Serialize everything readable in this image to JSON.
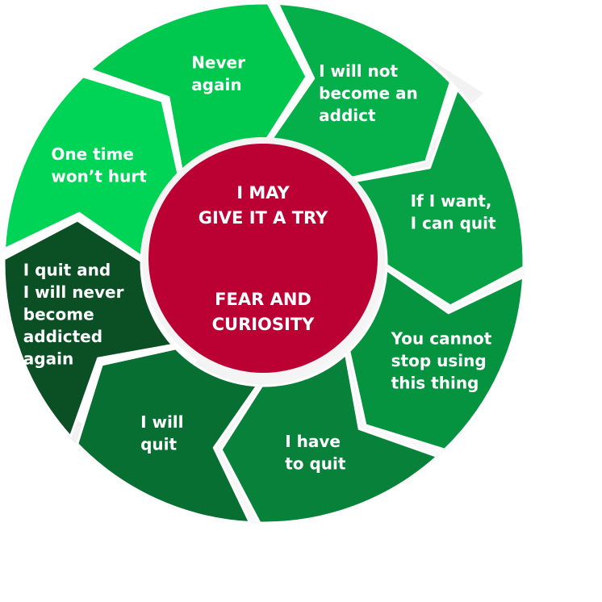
{
  "center": {
    "top_lines": [
      "I MAY",
      "GIVE IT A TRY"
    ],
    "bottom_lines": [
      "FEAR AND",
      "CURIOSITY"
    ]
  },
  "segments": [
    {
      "lines": [
        "Never",
        "again"
      ],
      "color": "#00c84f"
    },
    {
      "lines": [
        "I will not",
        "become an",
        "addict"
      ],
      "color": "#05b04a"
    },
    {
      "lines": [
        "If I want,",
        "I can quit"
      ],
      "color": "#07a245"
    },
    {
      "lines": [
        "You cannot",
        "stop using",
        "this thing"
      ],
      "color": "#069340"
    },
    {
      "lines": [
        "I have",
        "to quit"
      ],
      "color": "#08813a"
    },
    {
      "lines": [
        "I will",
        "quit"
      ],
      "color": "#076f32"
    },
    {
      "lines": [
        "I quit and",
        "I will never",
        "become",
        "addicted",
        "again"
      ],
      "color": "#0b4f24"
    },
    {
      "lines": [
        "One time",
        "won’t hurt"
      ],
      "color": "#00d456"
    }
  ],
  "colors": {
    "center_fill": "#bb0034",
    "center_ring": "#f4f4f4",
    "gap": "#ffffff"
  }
}
